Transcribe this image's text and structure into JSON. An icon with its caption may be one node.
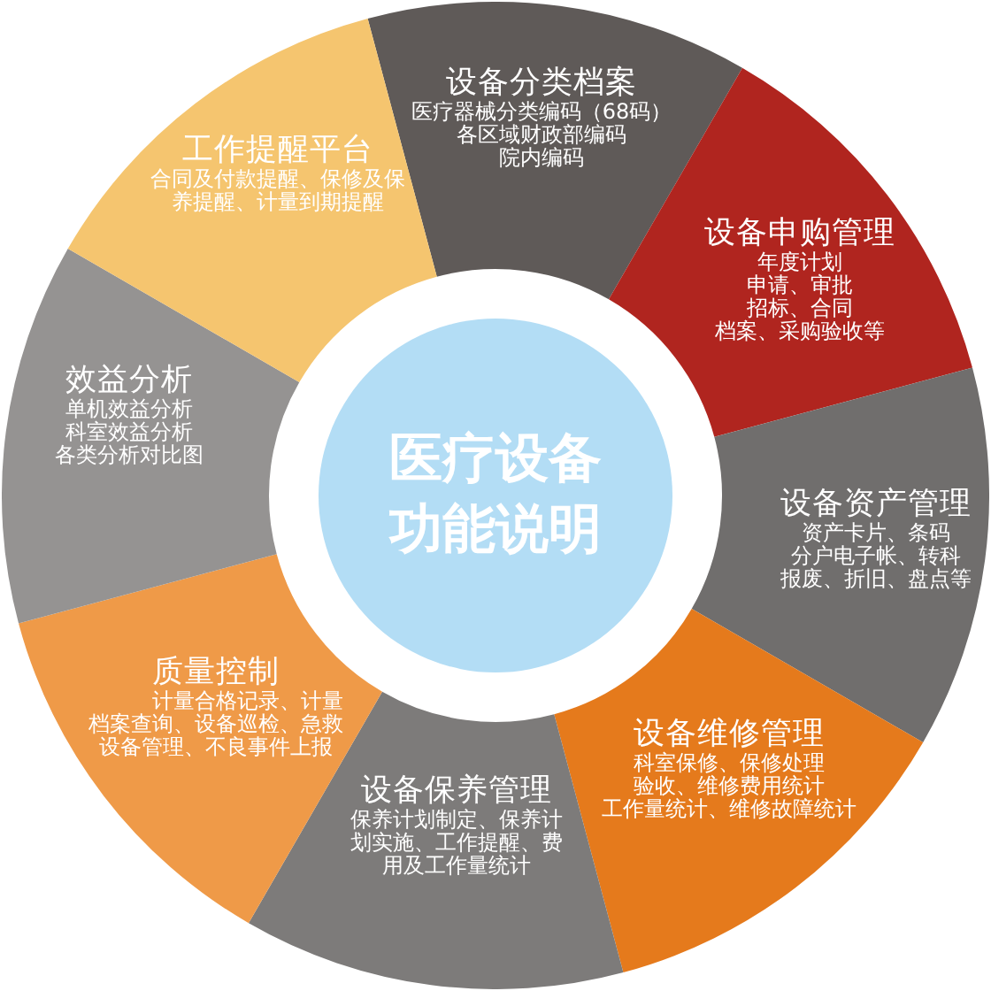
{
  "diagram": {
    "nodes": [
      {
        "text": [
          "医疗设备功能说明"
        ]
      },
      {
        "text": [
          "设备分类档案",
          "医疗器械分类编码（68码）",
          "各区域财政部编码",
          "院内编码"
        ]
      },
      {
        "text": [
          "设备申购管理",
          "年度计划",
          "申请、审批",
          "招标、合同",
          "档案、采购验收等"
        ]
      },
      {
        "text": [
          "设备资产管理",
          "资产卡片、条码",
          "分户电子帐、转科",
          "报废、折旧、盘点等"
        ]
      },
      {
        "text": [
          "设备维修管理",
          "科室保修、保修处理",
          "验收、维修费用统计",
          "工作量统计、维修故障统计"
        ]
      },
      {
        "text": [
          "设备保养管理",
          "保养计划制定、保养计划实施、工作提醒、费用及工作量统计"
        ]
      },
      {
        "text": [
          "质量控制",
          "计量合格记录、计量档案查询、设备巡检、急救设备管理、不良事件上报"
        ]
      },
      {
        "text": [
          "效益分析",
          "单机效益分析",
          "科室效益分析",
          "各类分析对比图"
        ]
      },
      {
        "text": [
          "工作提醒平台",
          "合同及付款提醒、保修及保养提醒、计量到期提醒"
        ]
      }
    ]
  }
}
